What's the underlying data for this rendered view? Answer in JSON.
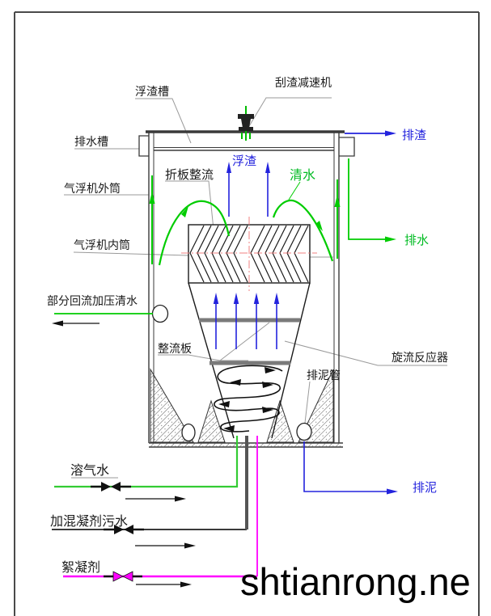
{
  "watermark": "shtianrong.ne",
  "labels": {
    "scum_trough": "浮渣槽",
    "scraper_reducer": "刮渣减速机",
    "drain_trough": "排水槽",
    "outer_cylinder": "气浮机外筒",
    "folded_plate": "折板整流",
    "scum": "浮渣",
    "clear_water": "清水",
    "slag_out": "排渣",
    "inner_cylinder": "气浮机内筒",
    "water_out": "排水",
    "reflux": "部分回流加压清水",
    "rectifier_plate": "整流板",
    "cyclone_reactor": "旋流反应器",
    "sludge_pipe": "排泥管",
    "dissolved_air_water": "溶气水",
    "coagulant_sewage": "加混凝剂污水",
    "flocculant": "絮凝剂",
    "sludge_out": "排泥"
  },
  "colors": {
    "flow_green": "#00cc00",
    "flow_blue": "#2323dd",
    "flocculant_magenta": "#ff00ff",
    "centerline_red": "#f08080",
    "structure_dark": "#3a3a3a",
    "leader_gray": "#9a9a9a",
    "watermark_black": "#000000"
  }
}
